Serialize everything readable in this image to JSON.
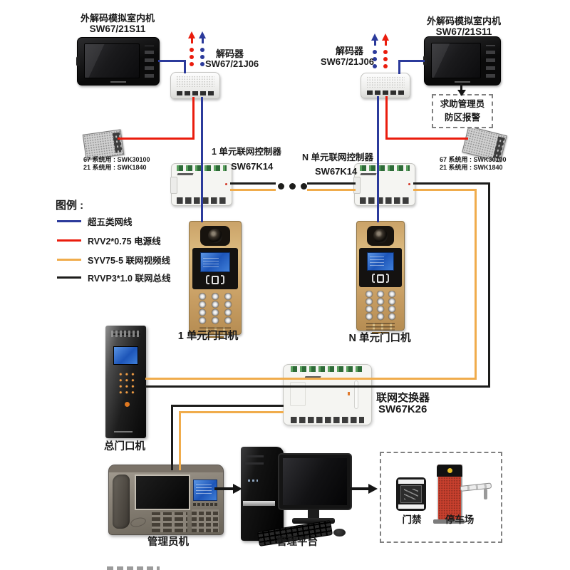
{
  "colors": {
    "net_blue": "#2b3a9b",
    "power_red": "#ea1c0d",
    "video_orange": "#f0ac4c",
    "bus_black": "#1d1d1b"
  },
  "indoor_left": {
    "name": "外解码模拟室内机",
    "model": "SW67/21S11"
  },
  "decoder_left": {
    "name": "解码器",
    "model": "SW67/21J06"
  },
  "psu_left": {
    "line1": "67 系统用 : SWK30100",
    "line2": "21 系统用 : SWK1840"
  },
  "indoor_right": {
    "name": "外解码模拟室内机",
    "model": "SW67/21S11"
  },
  "decoder_right": {
    "name": "解码器",
    "model": "SW67/21J06"
  },
  "psu_right": {
    "line1": "67 系统用 : SWK30100",
    "line2": "21 系统用 : SWK1840"
  },
  "alarm_box": {
    "line1": "求助管理员",
    "line2": "防区报警"
  },
  "controller_left": {
    "name": "1 单元联网控制器",
    "model": "SW67K14"
  },
  "controller_right": {
    "name": "N 单元联网控制器",
    "model": "SW67K14"
  },
  "legend": {
    "title": "图例 :",
    "items": [
      {
        "label": "超五类网线",
        "color": "#2b3a9b"
      },
      {
        "label": "RVV2*0.75 电源线",
        "color": "#ea1c0d"
      },
      {
        "label": "SYV75-5 联网视频线",
        "color": "#f0ac4c"
      },
      {
        "label": "RVVP3*1.0 联网总线",
        "color": "#1d1d1b"
      }
    ]
  },
  "door_unit1": {
    "label": "1 单元门口机"
  },
  "door_unitN": {
    "label": "N 单元门口机"
  },
  "main_door": {
    "label": "总门口机"
  },
  "switch": {
    "name": "联网交换器",
    "model": "SW67K26"
  },
  "manager": {
    "label": "管理员机"
  },
  "platform": {
    "label": "管理平台"
  },
  "peripheral_box": {
    "access": "门禁",
    "parking": "停车场"
  }
}
